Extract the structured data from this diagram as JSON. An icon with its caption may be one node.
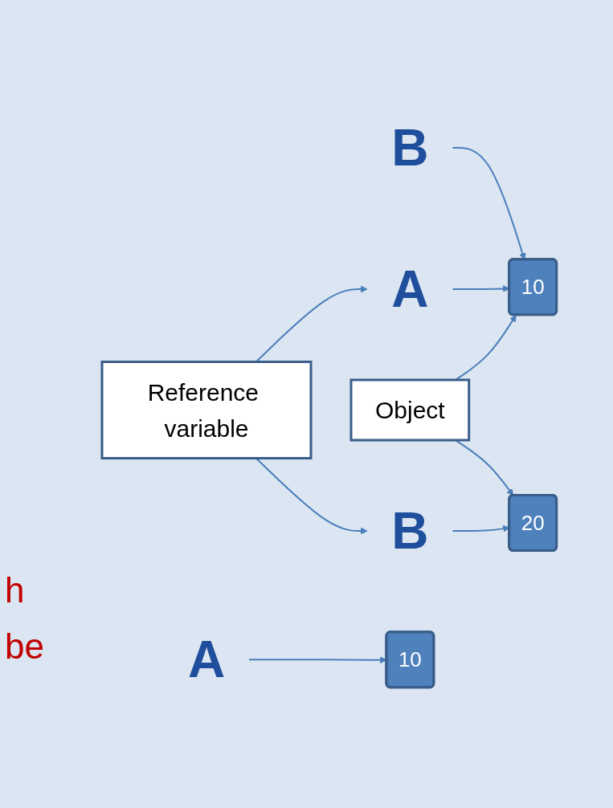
{
  "diagram": {
    "nodes": [
      {
        "text": [
          "B"
        ]
      },
      {
        "text": [
          "A"
        ]
      },
      {
        "text": [
          "10"
        ]
      },
      {
        "text": [
          "Reference variable"
        ]
      },
      {
        "text": [
          "Object"
        ]
      },
      {
        "text": [
          "B"
        ]
      },
      {
        "text": [
          "20"
        ]
      },
      {
        "text": [
          "A"
        ]
      },
      {
        "text": [
          "10"
        ]
      }
    ],
    "edges": [
      {
        "from": 0,
        "to": 2,
        "arrow": "to"
      },
      {
        "from": 1,
        "to": 2,
        "arrow": "to"
      },
      {
        "from": 3,
        "to": 1,
        "arrow": "to"
      },
      {
        "from": 4,
        "to": 2,
        "arrow": "to"
      },
      {
        "from": 3,
        "to": 5,
        "arrow": "to"
      },
      {
        "from": 4,
        "to": 6,
        "arrow": "to"
      },
      {
        "from": 5,
        "to": 6,
        "arrow": "to"
      },
      {
        "from": 7,
        "to": 8,
        "arrow": "to"
      }
    ],
    "labels": [
      "h",
      "be"
    ]
  }
}
